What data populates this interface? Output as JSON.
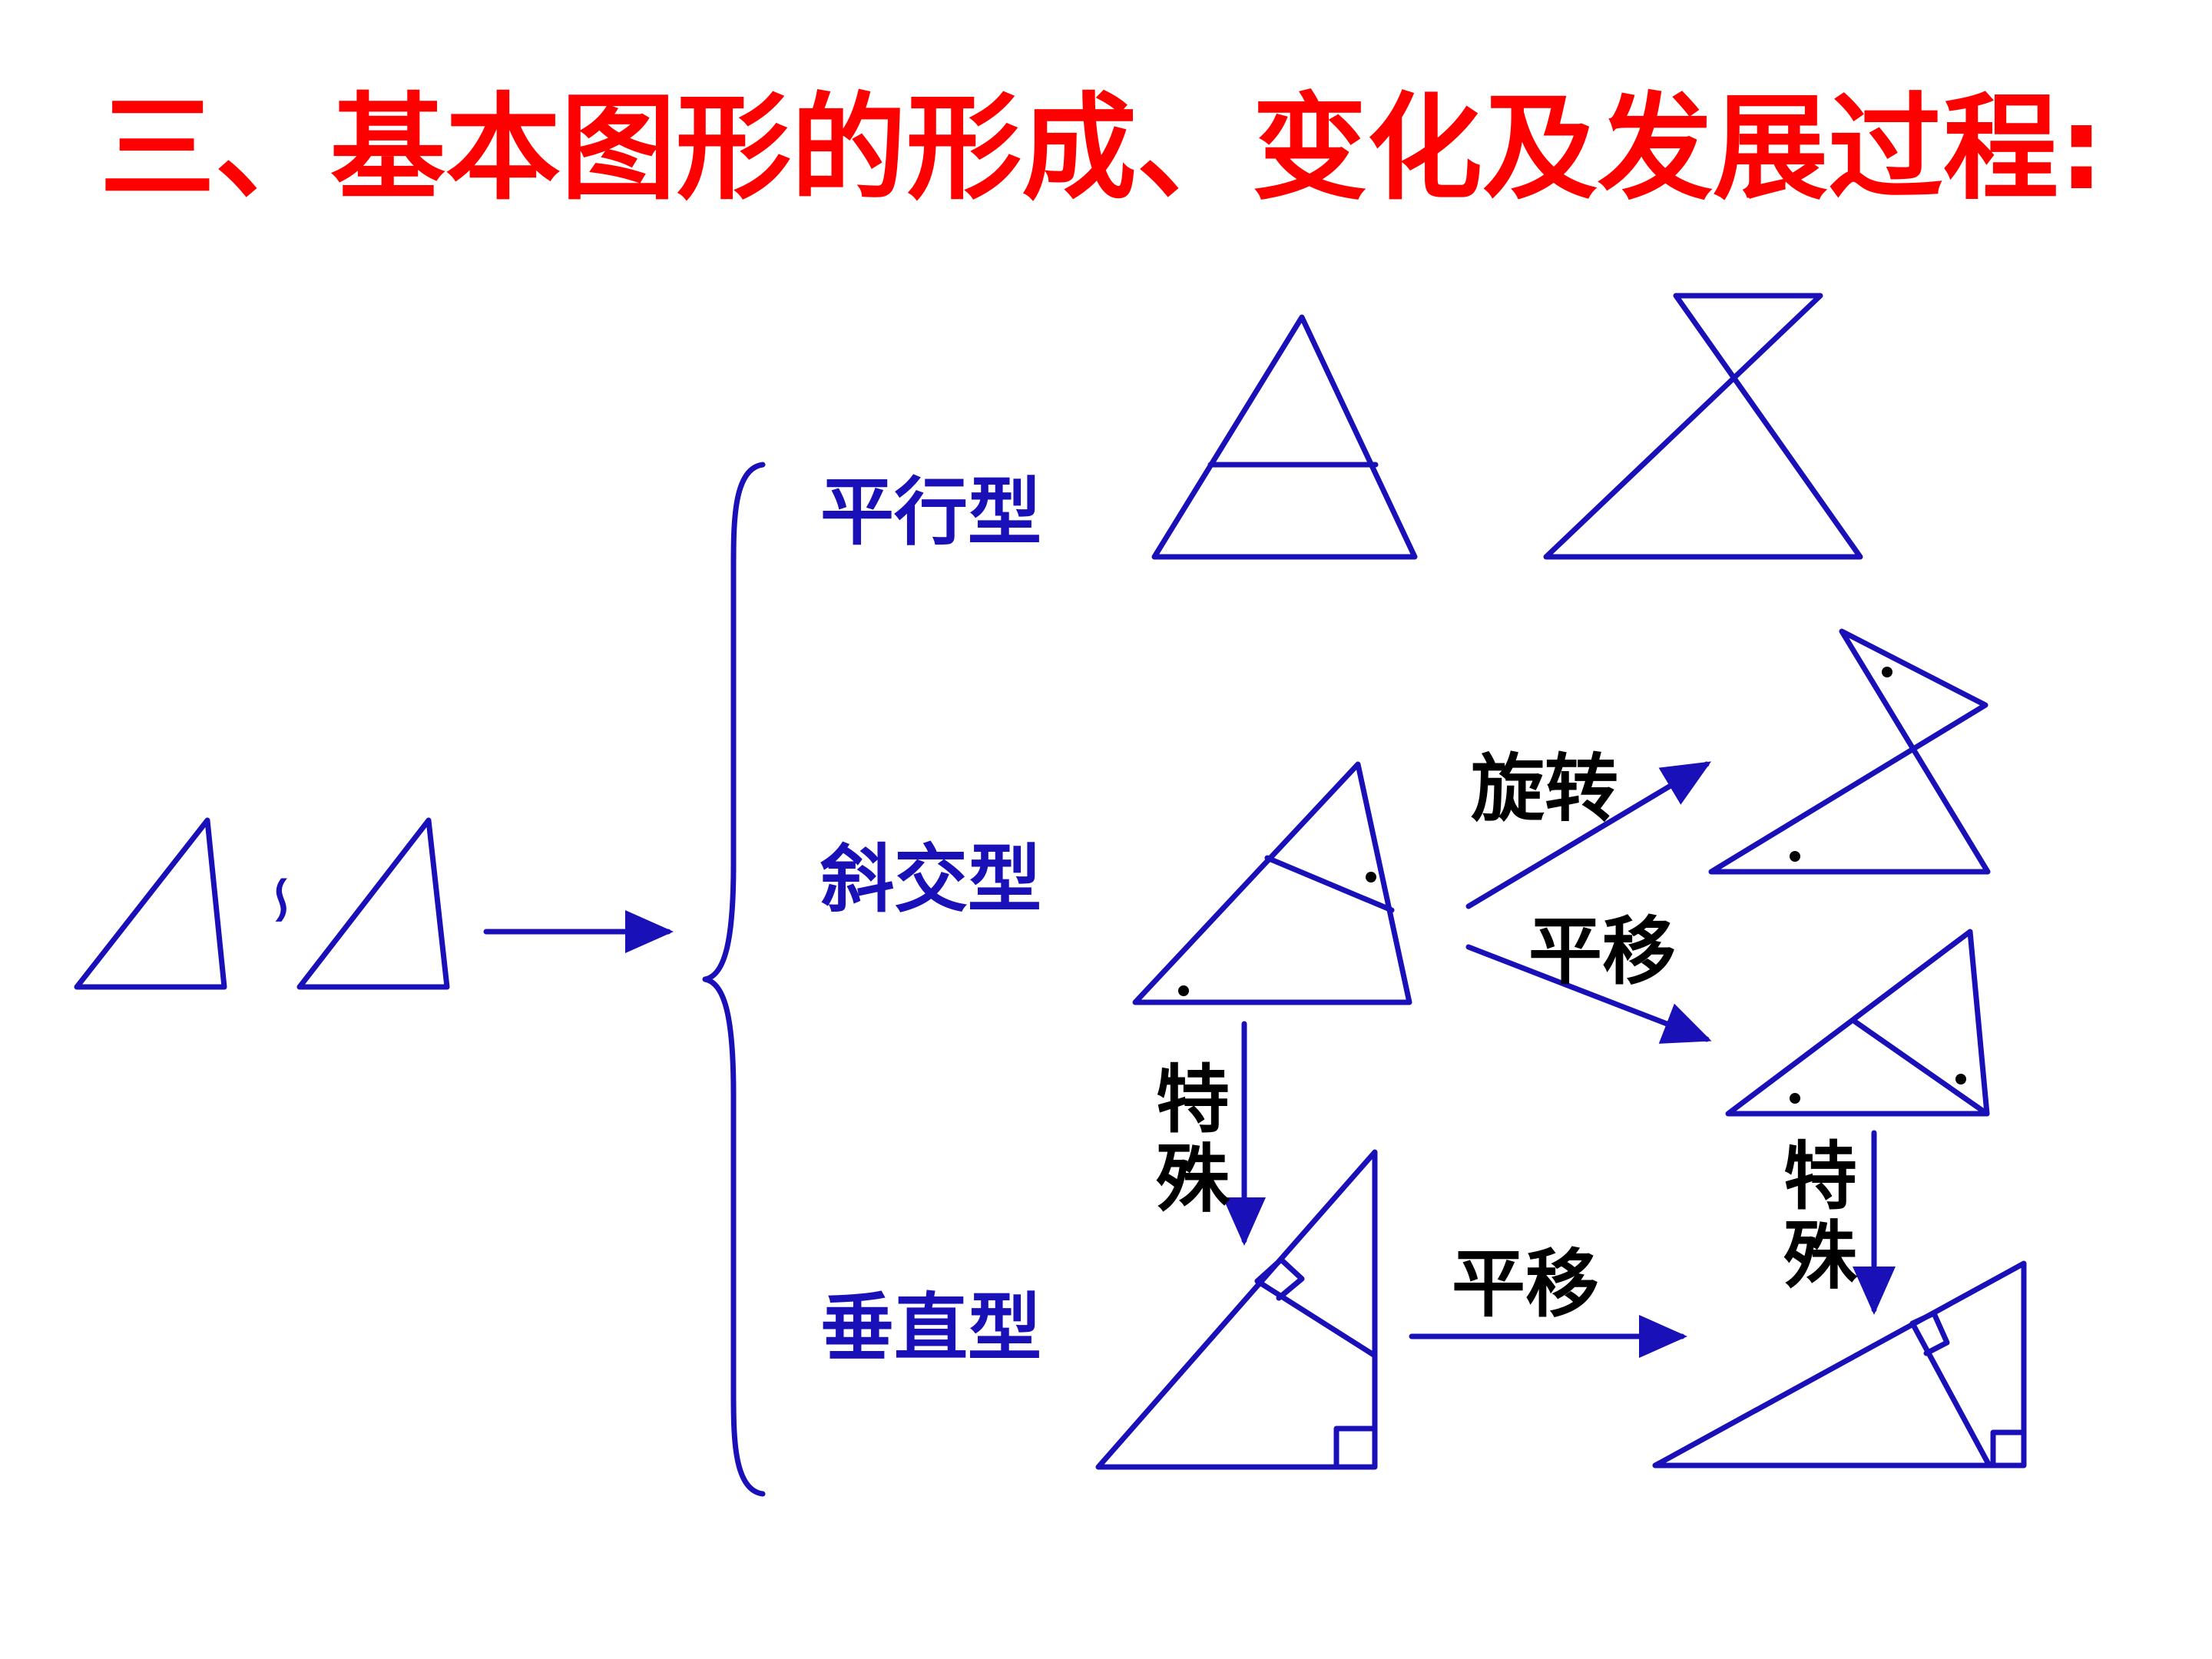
{
  "title": "三、基本图形的形成、变化及发展过程:",
  "similar_symbol": "∽",
  "categories": {
    "parallel": "平行型",
    "oblique": "斜交型",
    "perpendicular": "垂直型"
  },
  "operations": {
    "rotate": "旋转",
    "translate_top": "平移",
    "translate_bottom": "平移",
    "special_left_1": "特",
    "special_left_2": "殊",
    "special_right_1": "特",
    "special_right_2": "殊"
  },
  "colors": {
    "title": "#ff0000",
    "shape": "#1a10b8",
    "category_text": "#1a10b8",
    "operation_text": "#000000",
    "dot": "#000000"
  }
}
